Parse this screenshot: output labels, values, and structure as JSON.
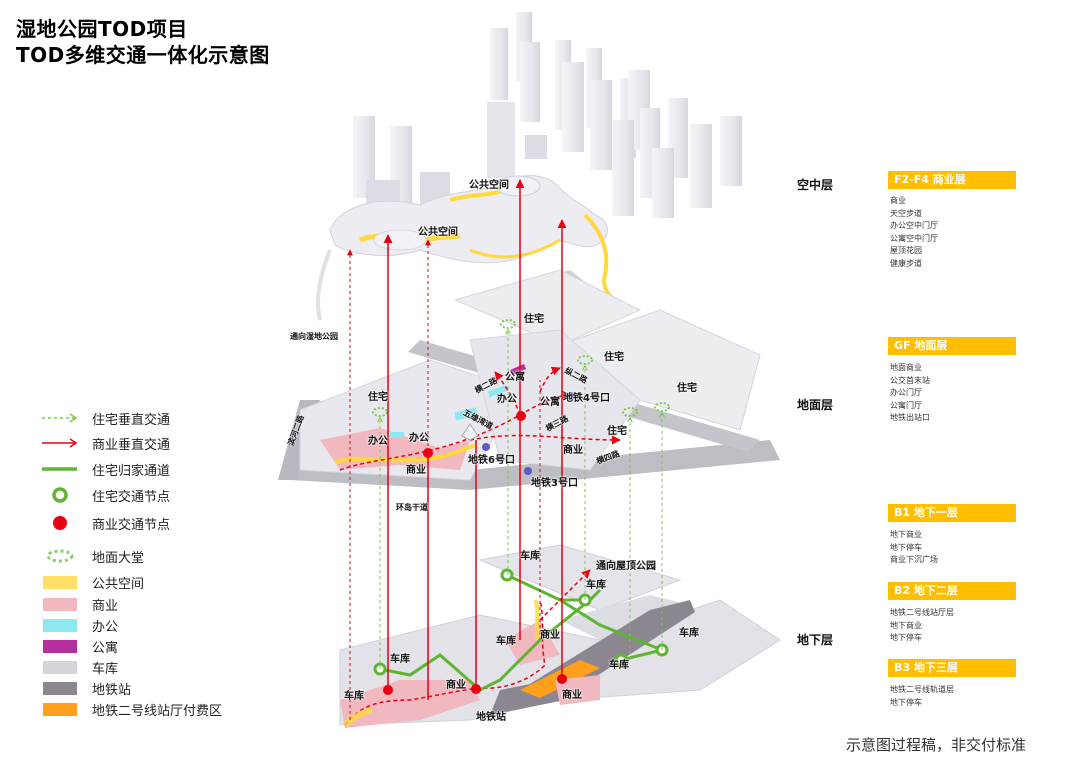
{
  "title": {
    "line1": "湿地公园TOD项目",
    "line2": "TOD多维交通一体化示意图"
  },
  "colors": {
    "accent_yellow": "#FFBF00",
    "residential_green": "#5DB531",
    "commercial_red": "#E60012",
    "public_space": "#FFE066",
    "commerce": "#F2B8C0",
    "office": "#8EE8F0",
    "apartment": "#B5309C",
    "garage": "#D4D4DA",
    "metro_station": "#8C8690",
    "metro_paid_zone": "#FF9F1C"
  },
  "legend": [
    {
      "icon": "dashed-green-arrow-icon",
      "label": "住宅垂直交通"
    },
    {
      "icon": "red-arrow-icon",
      "label": "商业垂直交通"
    },
    {
      "icon": "green-line-icon",
      "label": "住宅归家通道"
    },
    {
      "icon": "green-ring-icon",
      "label": "住宅交通节点"
    },
    {
      "icon": "red-dot-icon",
      "label": "商业交通节点"
    },
    {
      "icon": "dotted-green-ellipse-icon",
      "label": "地面大堂"
    },
    {
      "icon": "swatch-yellow",
      "label": "公共空间"
    },
    {
      "icon": "swatch-pink",
      "label": "商业"
    },
    {
      "icon": "swatch-cyan",
      "label": "办公"
    },
    {
      "icon": "swatch-magenta",
      "label": "公寓"
    },
    {
      "icon": "swatch-lightgray",
      "label": "车库"
    },
    {
      "icon": "swatch-darkgray",
      "label": "地铁站"
    },
    {
      "icon": "swatch-orange",
      "label": "地铁二号线站厅付费区"
    }
  ],
  "layers": [
    {
      "name": "空中层",
      "groups": [
        {
          "header": "F2-F4  商业层",
          "items": [
            "商业",
            "天空步道",
            "办公空中门厅",
            "公寓空中门厅",
            "屋顶花园",
            "健康步道"
          ]
        }
      ]
    },
    {
      "name": "地面层",
      "groups": [
        {
          "header": "GF  地面层",
          "items": [
            "地面商业",
            "公交首末站",
            "办公门厅",
            "公寓门厅",
            "地铁出站口"
          ]
        }
      ]
    },
    {
      "name": "地下层",
      "groups": [
        {
          "header": "B1  地下一层",
          "items": [
            "地下商业",
            "地下停车",
            "商业下沉广场"
          ]
        },
        {
          "header": "B2  地下二层",
          "items": [
            "地铁二号线站厅层",
            "地下商业",
            "地下停车"
          ]
        },
        {
          "header": "B3  地下三层",
          "items": [
            "地铁二号线轨道层",
            "地下停车"
          ]
        }
      ]
    }
  ],
  "diagram_labels": {
    "sky": [
      "公共空间",
      "公共空间"
    ],
    "ground": {
      "to_wetland_park": "通向湿地公园",
      "residential": [
        "住宅",
        "住宅",
        "住宅",
        "住宅",
        "住宅"
      ],
      "apartment": [
        "公寓",
        "公寓"
      ],
      "office": [
        "办公",
        "办公",
        "办公"
      ],
      "commerce": [
        "商业",
        "商业"
      ],
      "metro_exit_4": "地铁4号口",
      "metro_exit_6": "地铁6号口",
      "metro_exit_3": "地铁3号口",
      "roads": [
        "横二路",
        "纵二路",
        "五缘湾道",
        "横三路",
        "横四路",
        "环岛干道",
        "滨河二路"
      ]
    },
    "underground": {
      "garage": [
        "车库",
        "车库",
        "车库",
        "车库",
        "车库",
        "车库",
        "车库"
      ],
      "commerce": [
        "商业",
        "商业",
        "商业"
      ],
      "metro_station": "地铁站",
      "to_roof_park": "通向屋顶公园"
    }
  },
  "footer": "示意图过程稿，非交付标准"
}
